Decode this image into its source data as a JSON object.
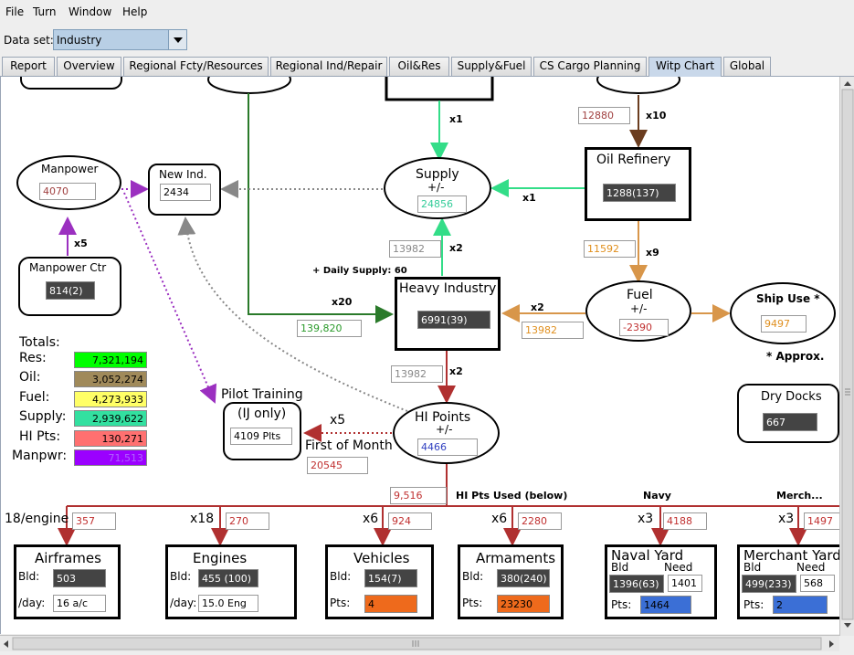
{
  "menu": {
    "file": "File",
    "turn": "Turn",
    "window": "Window",
    "help": "Help"
  },
  "dataset": {
    "label": "Data set:",
    "value": "Industry"
  },
  "tabs": [
    "Report",
    "Overview",
    "Regional Fcty/Resources",
    "Regional Ind/Repair",
    "Oil&Res",
    "Supply&Fuel",
    "CS Cargo Planning",
    "Witp Chart",
    "Global"
  ],
  "nodes": {
    "manpower": {
      "title": "Manpower",
      "value": "4070"
    },
    "new_ind": {
      "title": "New Ind.",
      "value": "2434"
    },
    "manpower_ctr": {
      "title": "Manpower Ctr",
      "value": "814(2)"
    },
    "supply": {
      "title": "Supply",
      "sub": "+/-",
      "value": "24856"
    },
    "oil_refinery": {
      "title": "Oil Refinery",
      "value": "1288(137)"
    },
    "heavy_industry": {
      "title": "Heavy Industry",
      "value": "6991(39)"
    },
    "fuel": {
      "title": "Fuel",
      "sub": "+/-",
      "value": "-2390"
    },
    "ship_use": {
      "title": "Ship Use *",
      "value": "9497"
    },
    "hi_points": {
      "title": "HI Points",
      "sub": "+/-",
      "value": "4466"
    },
    "pilot_training": {
      "title": "Pilot Training",
      "sub": "(IJ only)",
      "value": "4109 Plts"
    },
    "dry_docks": {
      "title": "Dry Docks",
      "value": "667"
    }
  },
  "flows": {
    "x1_top": "x1",
    "oil_in": "12880",
    "x10": "x10",
    "x1_refinery": "x1",
    "x5_man": "x5",
    "supply_in": "13982",
    "x2_supply": "x2",
    "fuel_in": "11592",
    "x9": "x9",
    "daily_supply": "+ Daily Supply: 60",
    "x20": "x20",
    "res_in": "139,820",
    "x2_fuel": "x2",
    "fuel_to_hi": "13982",
    "hi_out": "13982",
    "x2_hi": "x2",
    "x5_pilot": "x5",
    "first_of_month": "First of Month",
    "pilot_val": "20545",
    "approx": "* Approx.",
    "hi_used": "9,516",
    "hi_used_label": "HI Pts Used (below)",
    "navy": "Navy",
    "merch": "Merch..."
  },
  "totals": {
    "title": "Totals:",
    "rows": [
      {
        "label": "Res:",
        "value": "7,321,194",
        "color": "#00ff00"
      },
      {
        "label": "Oil:",
        "value": "3,052,274",
        "color": "#a08a5a"
      },
      {
        "label": "Fuel:",
        "value": "4,273,933",
        "color": "#ffff66"
      },
      {
        "label": "Supply:",
        "value": "2,939,622",
        "color": "#33e0a0"
      },
      {
        "label": "HI Pts:",
        "value": "130,271",
        "color": "#ff7070"
      },
      {
        "label": "Manpwr:",
        "value": "71,513",
        "color": "#9b00ff"
      }
    ]
  },
  "bottom": [
    {
      "mult": "18/engine",
      "cost": "357",
      "title": "Airframes",
      "l1": "Bld:",
      "v1": "503",
      "l2": "/day:",
      "v2": "16 a/c"
    },
    {
      "mult": "x18",
      "cost": "270",
      "title": "Engines",
      "l1": "Bld:",
      "v1": "455 (100)",
      "l2": "/day:",
      "v2": "15.0 Eng"
    },
    {
      "mult": "x6",
      "cost": "924",
      "title": "Vehicles",
      "l1": "Bld:",
      "v1": "154(7)",
      "l2": "Pts:",
      "v2": "4"
    },
    {
      "mult": "x6",
      "cost": "2280",
      "title": "Armaments",
      "l1": "Bld:",
      "v1": "380(240)",
      "l2": "Pts:",
      "v2": "23230"
    },
    {
      "mult": "x3",
      "cost": "4188",
      "title": "Naval Yard",
      "l1": "Bld",
      "need": "Need",
      "v1": "1396(63)",
      "vneed": "1401",
      "l2": "Pts:",
      "v2": "1464"
    },
    {
      "mult": "x3",
      "cost": "1497",
      "title": "Merchant Yard",
      "l1": "Bld",
      "need": "Need",
      "v1": "499(233)",
      "vneed": "568",
      "l2": "Pts:",
      "v2": "2"
    }
  ]
}
